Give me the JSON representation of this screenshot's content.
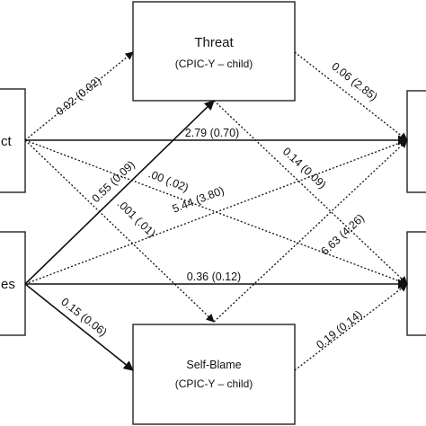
{
  "nodes": {
    "threat": {
      "title": "Threat",
      "subtitle": "(CPIC-Y – child)"
    },
    "self_blame": {
      "title": "Self-Blame",
      "subtitle": "(CPIC-Y – child)"
    },
    "left_top": {
      "label_fragment": "ct"
    },
    "left_bottom": {
      "label_fragment": "es"
    }
  },
  "paths": {
    "lt_to_threat": "0.02 (0.02)",
    "threat_to_rt": "0.06 (2.85)",
    "lt_to_rt": "2.79 (0.70)",
    "threat_to_rb": "0.14 (0.09)",
    "lb_to_threat": "0.55 (0.09)",
    "lt_to_rb": ".00 (.02)",
    "lb_to_rt": "5.44 (3.80)",
    "lt_to_self_blame": ".001 (.01)",
    "self_blame_to_rt": "6.63 (4.26)",
    "lb_to_rb": "0.36 (0.12)",
    "lb_to_self_blame": "0.15 (0.06)",
    "self_blame_to_rb": "0.19 (0.14)"
  },
  "colors": {
    "line": "#111111",
    "box_border": "#222222",
    "background": "#ffffff"
  }
}
